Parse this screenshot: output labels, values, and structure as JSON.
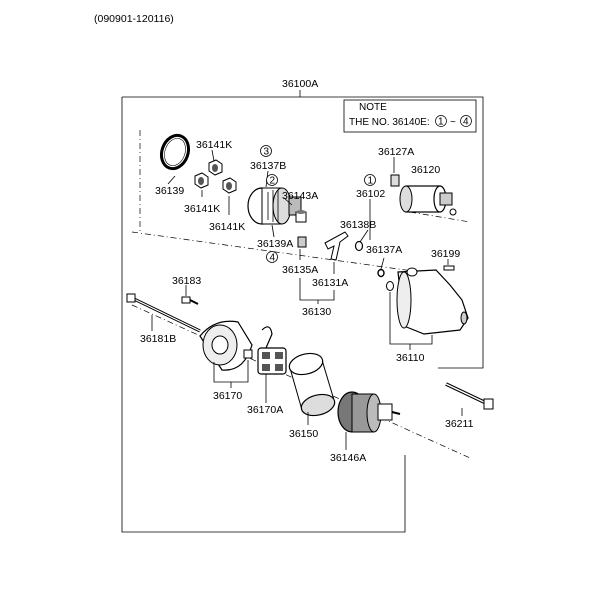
{
  "header": {
    "date_range": "(090901-120116)"
  },
  "assembly": {
    "main_part": "36100A"
  },
  "note": {
    "title": "NOTE",
    "text": "THE NO. 36140E:",
    "range_start": "1",
    "range_sep": "~",
    "range_end": "4"
  },
  "labels": {
    "p36141K_a": "36141K",
    "p36139": "36139",
    "p36141K_b": "36141K",
    "p36141K_c": "36141K",
    "p36137B": "36137B",
    "p36143A": "36143A",
    "p36139A": "36139A",
    "p36135A": "36135A",
    "p36131A": "36131A",
    "p36130": "36130",
    "p36127A": "36127A",
    "p36120": "36120",
    "p36102": "36102",
    "p36138B": "36138B",
    "p36137A": "36137A",
    "p36199": "36199",
    "p36110": "36110",
    "p36183": "36183",
    "p36181B": "36181B",
    "p36170": "36170",
    "p36170A": "36170A",
    "p36150": "36150",
    "p36146A": "36146A",
    "p36211": "36211"
  },
  "circled_numbers": {
    "n1": "1",
    "n2": "2",
    "n3": "3",
    "n4": "4"
  }
}
